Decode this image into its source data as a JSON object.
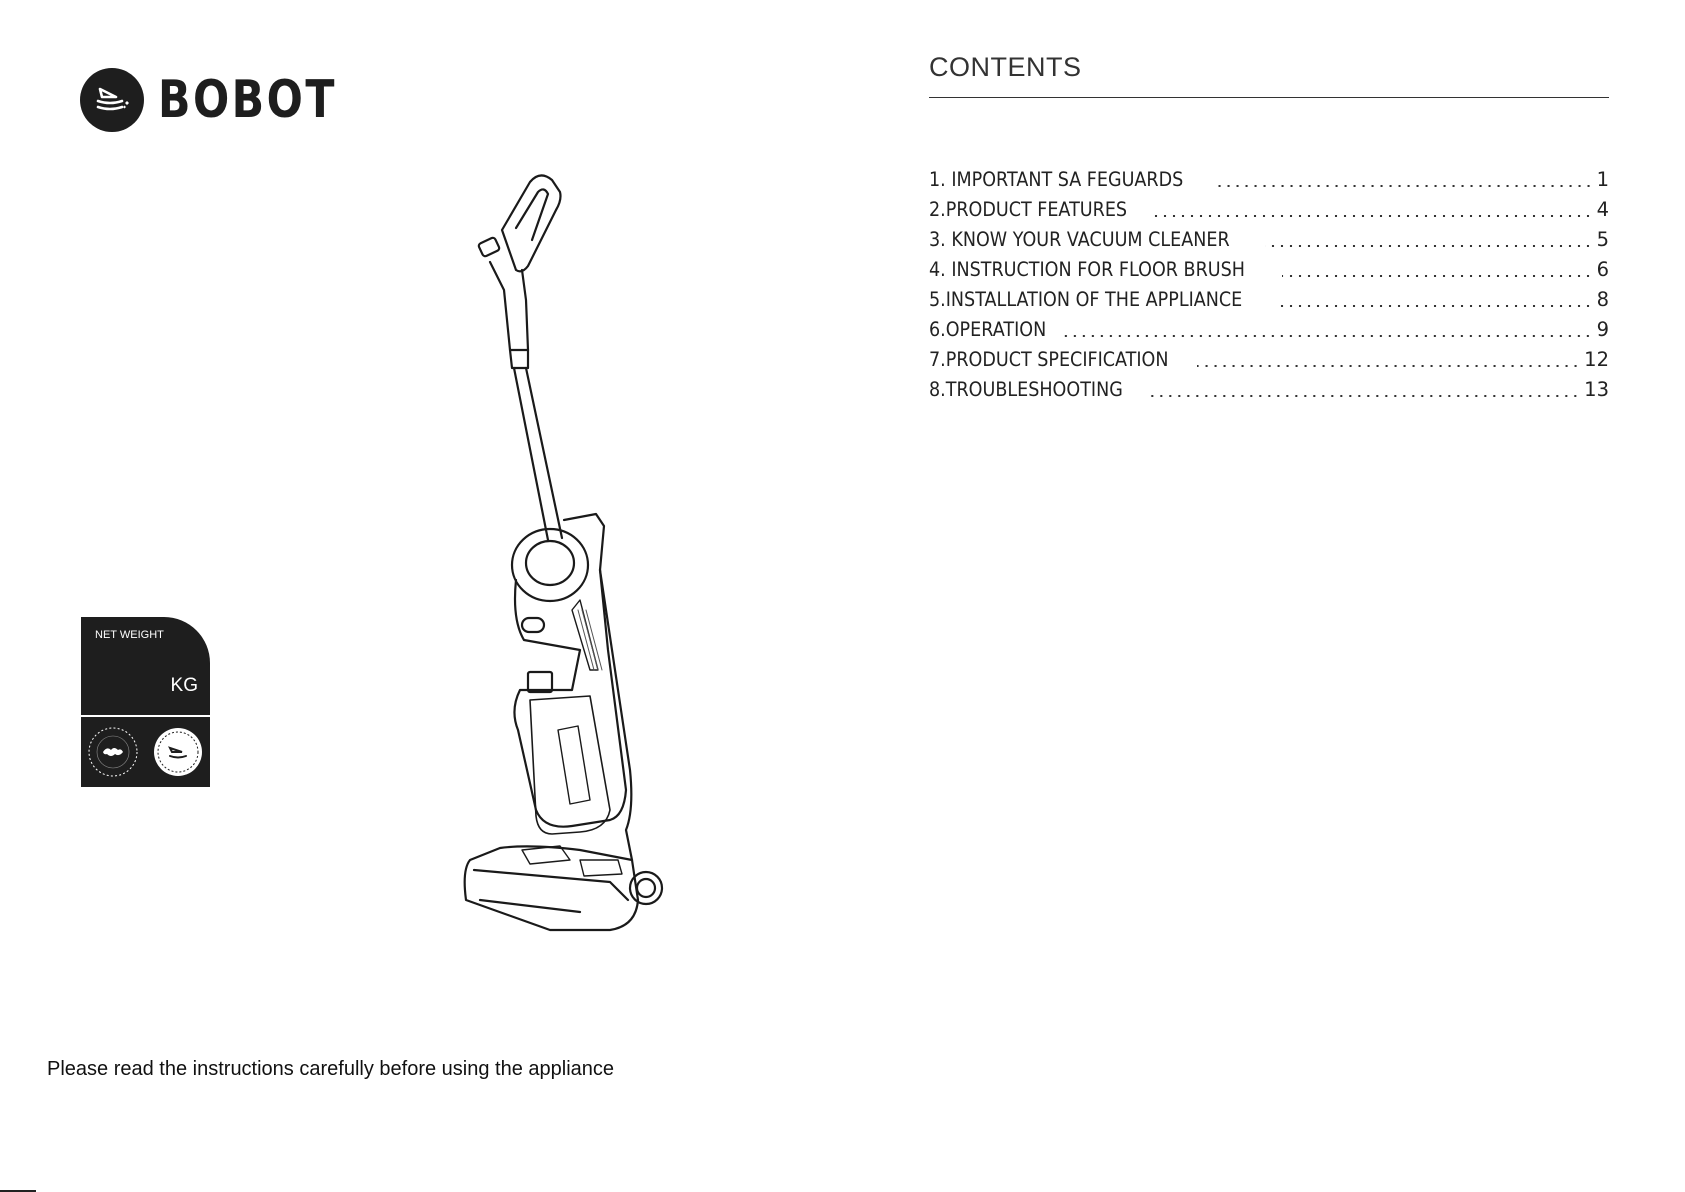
{
  "brand": {
    "name": "BOBOT",
    "logo_icon": "bobot-logo-icon"
  },
  "weight_card": {
    "label": "NET WEIGHT",
    "unit": "KG",
    "seal_icons": [
      "clean-the-world-seal-icon",
      "bobot-california-seal-icon"
    ]
  },
  "footer": {
    "note": "Please read the instructions carefully before using the appliance"
  },
  "contents": {
    "title": "CONTENTS",
    "items": [
      {
        "label": "1. IMPORTANT SA FEGUARDS",
        "page": "1"
      },
      {
        "label": "2.PRODUCT FEATURES",
        "page": "4"
      },
      {
        "label": "3. KNOW YOUR VACUUM CLEANER",
        "page": "5"
      },
      {
        "label": "4. INSTRUCTION FOR FLOOR BRUSH",
        "page": "6"
      },
      {
        "label": "5.INSTALLATION OF THE APPLIANCE",
        "page": "8"
      },
      {
        "label": "6.OPERATION",
        "page": "9"
      },
      {
        "label": "7.PRODUCT SPECIFICATION",
        "page": "12"
      },
      {
        "label": "8.TROUBLESHOOTING",
        "page": "13"
      }
    ]
  },
  "colors": {
    "ink": "#1e1e1e",
    "background": "#ffffff"
  }
}
